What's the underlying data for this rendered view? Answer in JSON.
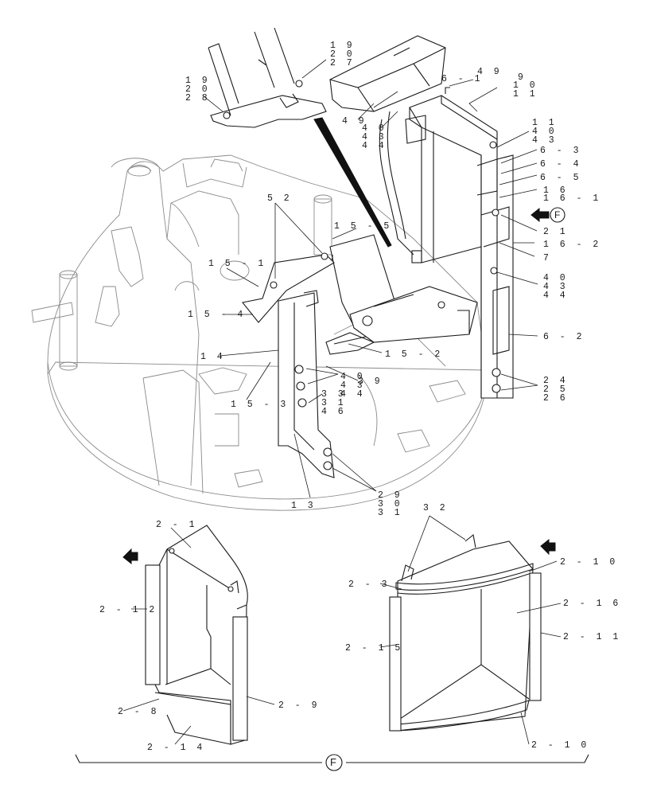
{
  "callouts": [
    {
      "id": "c19a",
      "lines": [
        "1 9",
        "2 0",
        "2 7"
      ]
    },
    {
      "id": "c19b",
      "lines": [
        "1 9",
        "2 0",
        "2 8"
      ]
    },
    {
      "id": "c49a",
      "lines": [
        "4 9"
      ]
    },
    {
      "id": "c61",
      "lines": [
        "6 - 1"
      ]
    },
    {
      "id": "c49b",
      "lines": [
        "4 9"
      ]
    },
    {
      "id": "c91011",
      "lines": [
        "9",
        "1 0",
        "1 1"
      ]
    },
    {
      "id": "c404344a",
      "lines": [
        "4 0",
        "4 3",
        "4 4"
      ]
    },
    {
      "id": "c114043",
      "lines": [
        "1 1",
        "4 0",
        "4 3"
      ]
    },
    {
      "id": "c63",
      "lines": [
        "6 - 3"
      ]
    },
    {
      "id": "c64",
      "lines": [
        "6 - 4"
      ]
    },
    {
      "id": "c65",
      "lines": [
        "6 - 5"
      ]
    },
    {
      "id": "c16",
      "lines": [
        "1 6",
        "1 6 - 1"
      ]
    },
    {
      "id": "c21",
      "lines": [
        "2 1"
      ]
    },
    {
      "id": "c162",
      "lines": [
        "1 6 - 2"
      ]
    },
    {
      "id": "c7",
      "lines": [
        "7"
      ]
    },
    {
      "id": "c404344b",
      "lines": [
        "4 0",
        "4 3",
        "4 4"
      ]
    },
    {
      "id": "c62",
      "lines": [
        "6 - 2"
      ]
    },
    {
      "id": "c242526",
      "lines": [
        "2 4",
        "2 5",
        "2 6"
      ]
    },
    {
      "id": "c52",
      "lines": [
        "5 2"
      ]
    },
    {
      "id": "c155",
      "lines": [
        "1 5 - 5"
      ]
    },
    {
      "id": "c151",
      "lines": [
        "1 5 - 1"
      ]
    },
    {
      "id": "c154",
      "lines": [
        "1 5 - 4"
      ]
    },
    {
      "id": "c14",
      "lines": [
        "1 4"
      ]
    },
    {
      "id": "c152",
      "lines": [
        "1 5 - 2"
      ]
    },
    {
      "id": "c404344c",
      "lines": [
        "4 0",
        "4 3",
        "4 4"
      ]
    },
    {
      "id": "c39",
      "lines": [
        "3 9"
      ]
    },
    {
      "id": "c153",
      "lines": [
        "1 5 - 3"
      ]
    },
    {
      "id": "c33",
      "lines": [
        "3 3",
        "3 1",
        "4 6"
      ]
    },
    {
      "id": "c13",
      "lines": [
        "1 3"
      ]
    },
    {
      "id": "c293031",
      "lines": [
        "2 9",
        "3 0",
        "3 1"
      ]
    },
    {
      "id": "c21b",
      "lines": [
        "2 - 1"
      ]
    },
    {
      "id": "c212",
      "lines": [
        "2 - 1 2"
      ]
    },
    {
      "id": "c28",
      "lines": [
        "2 - 8"
      ]
    },
    {
      "id": "c214",
      "lines": [
        "2 - 1 4"
      ]
    },
    {
      "id": "c29",
      "lines": [
        "2 - 9"
      ]
    },
    {
      "id": "c32",
      "lines": [
        "3 2"
      ]
    },
    {
      "id": "c210a",
      "lines": [
        "2 - 1 0"
      ]
    },
    {
      "id": "c23",
      "lines": [
        "2 - 3"
      ]
    },
    {
      "id": "c216",
      "lines": [
        "2 - 1 6"
      ]
    },
    {
      "id": "c215",
      "lines": [
        "2 - 1 5"
      ]
    },
    {
      "id": "c211",
      "lines": [
        "2 - 1 1"
      ]
    },
    {
      "id": "c210b",
      "lines": [
        "2 - 1 0"
      ]
    }
  ],
  "view_markers": {
    "arrow_label": "F",
    "bracket_label": "F"
  }
}
